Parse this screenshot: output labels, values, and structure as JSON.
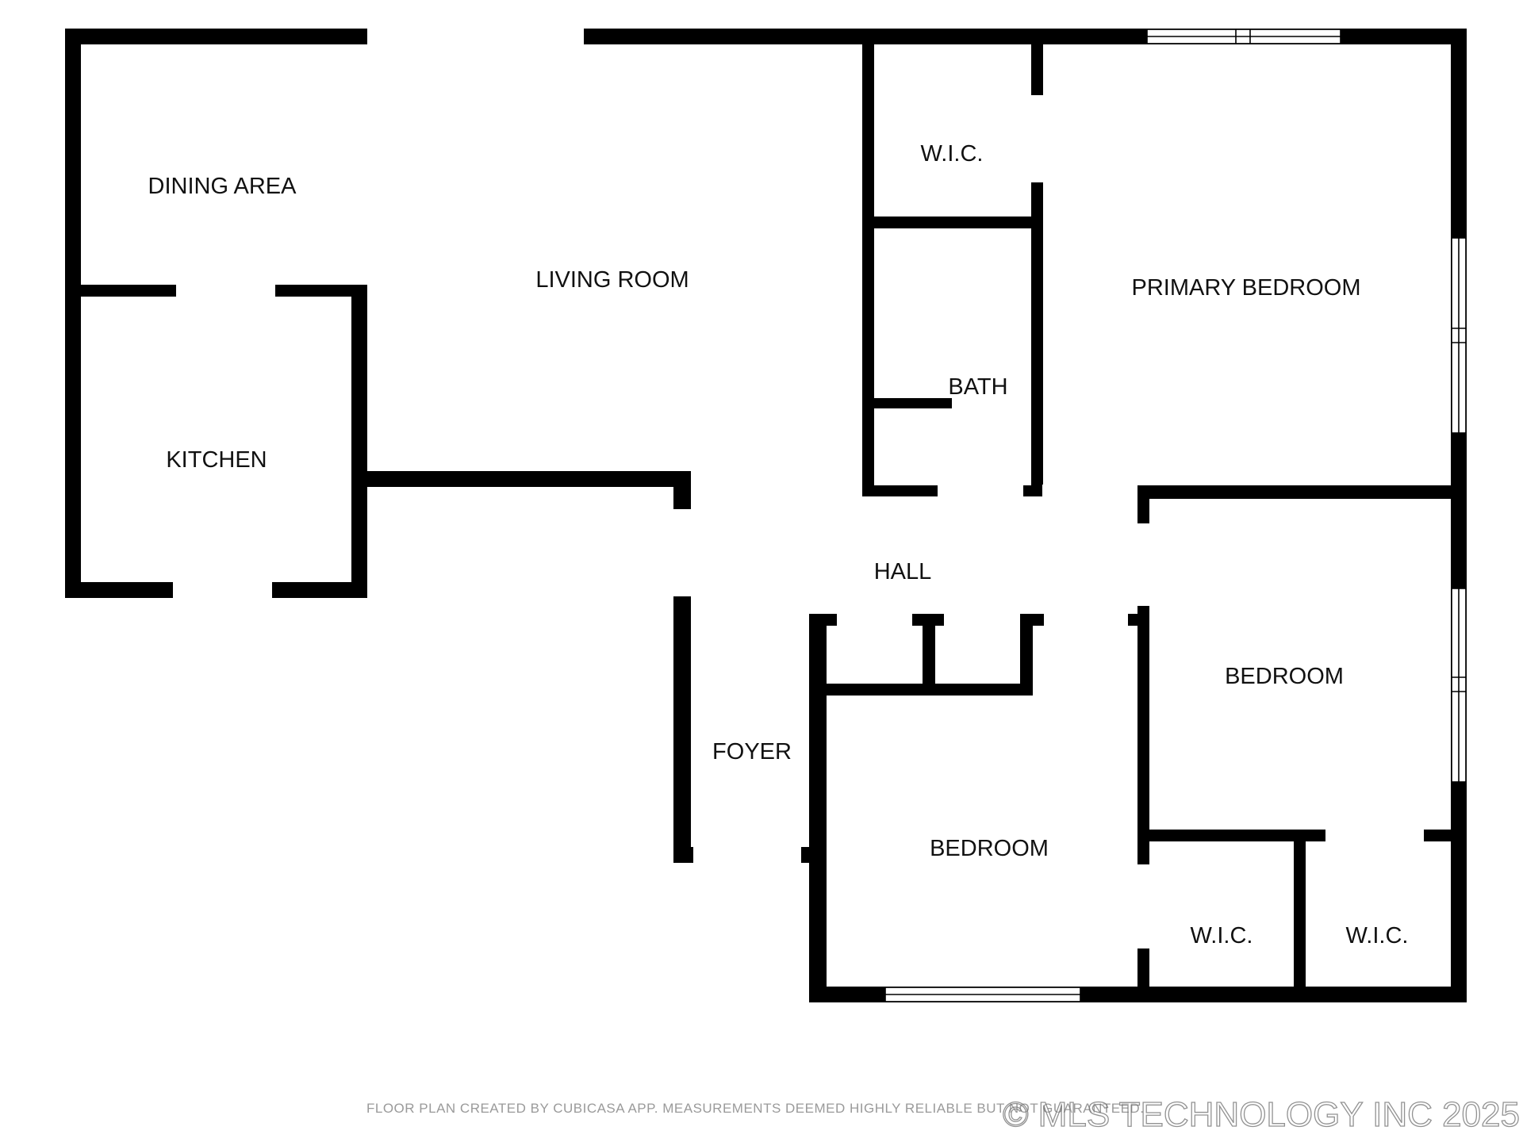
{
  "plan": {
    "rooms": {
      "dining_area": "DINING AREA",
      "living_room": "LIVING ROOM",
      "kitchen": "KITCHEN",
      "wic_primary": "W.I.C.",
      "bath": "BATH",
      "primary_bedroom": "PRIMARY BEDROOM",
      "hall": "HALL",
      "foyer": "FOYER",
      "bedroom_front": "BEDROOM",
      "bedroom_east": "BEDROOM",
      "wic_left": "W.I.C.",
      "wic_right": "W.I.C."
    },
    "colors": {
      "wall": "#000000",
      "background": "#ffffff",
      "note_text": "#9a9a9a"
    }
  },
  "footer": {
    "note": "FLOOR PLAN CREATED BY CUBICASA APP. MEASUREMENTS DEEMED HIGHLY RELIABLE BUT NOT GUARANTEED.",
    "watermark": "© MLS TECHNOLOGY INC 2025"
  }
}
